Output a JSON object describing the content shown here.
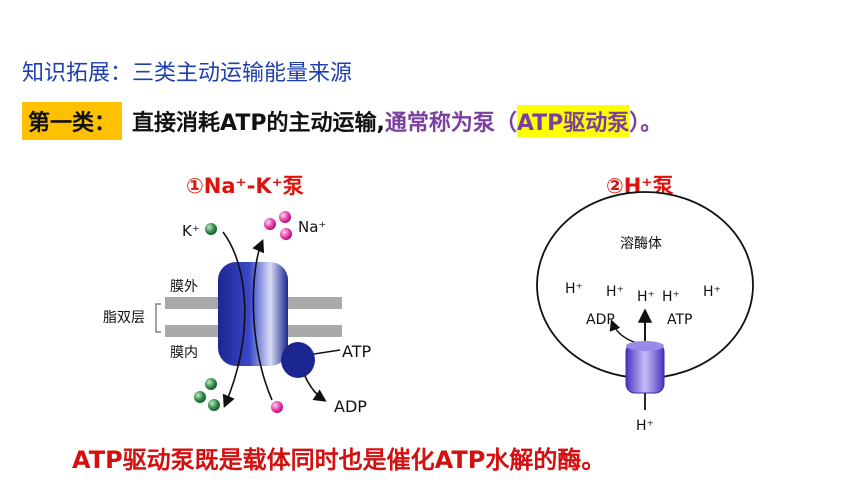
{
  "heading": "知识拓展：三类主动运输能量来源",
  "first_class": {
    "tag": "第一类：",
    "text": "直接消耗ATP的主动运输,",
    "purple_text": "通常称为泵（",
    "highlight": "ATP驱动泵",
    "purple_end": "）。"
  },
  "pump1": {
    "title": "①Na⁺-K⁺泵",
    "k_label": "K⁺",
    "na_label": "Na⁺",
    "outside_label": "膜外",
    "bilayer_label": "脂双层",
    "inside_label": "膜内",
    "atp_label": "ATP",
    "adp_label": "ADP"
  },
  "pump2": {
    "title": "②H⁺泵",
    "organelle_label": "溶酶体",
    "h_label": "H⁺",
    "adp_label": "ADP",
    "atp_label": "ATP"
  },
  "conclusion": "ATP驱动泵既是载体同时也是催化ATP水解的酶。",
  "colors": {
    "heading": "#1f3fb0",
    "tag_bg": "#ffc000",
    "purple": "#7b3fa0",
    "highlight": "#ffff00",
    "red": "#e0120c",
    "pump_blue": "#2a36a8",
    "pump2_purple": "#6a4fd8"
  }
}
